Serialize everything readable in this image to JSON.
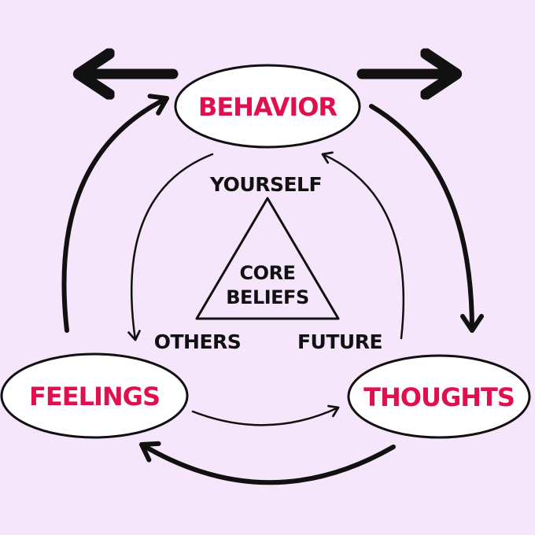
{
  "colors": {
    "background": "#f6e6fb",
    "node_fill": "#ffffff",
    "node_text": "#e0104f",
    "stroke": "#111111",
    "inner_text": "#111111"
  },
  "nodes": {
    "behavior": {
      "label": "BEHAVIOR"
    },
    "thoughts": {
      "label": "THOUGHTS"
    },
    "feelings": {
      "label": "FEELINGS"
    }
  },
  "core": {
    "line1": "CORE",
    "line2": "BELIEFS"
  },
  "corners": {
    "top": "YOURSELF",
    "left": "OTHERS",
    "right": "FUTURE"
  }
}
